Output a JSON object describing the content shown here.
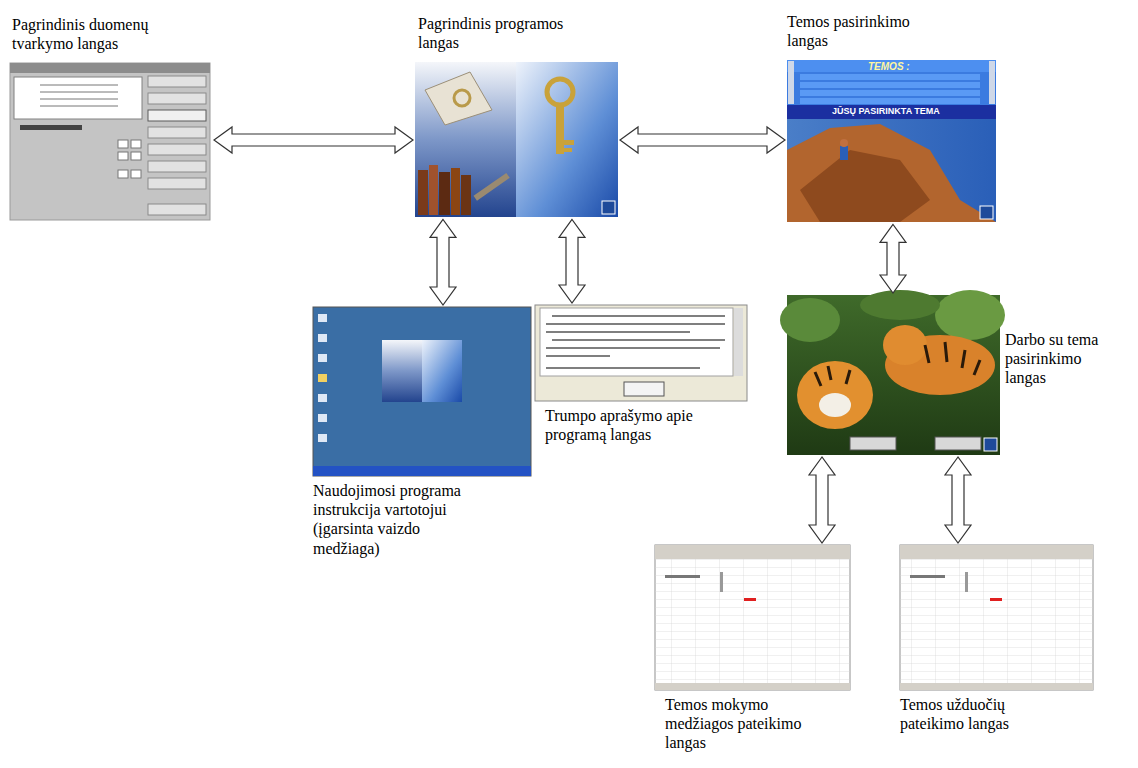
{
  "diagram": {
    "nodes": [
      {
        "text": [
          "Pagrindinis duomenų tvarkymo langas"
        ]
      },
      {
        "text": [
          "Pagrindinis programos langas"
        ]
      },
      {
        "text": [
          "Temos pasirinkimo langas"
        ]
      },
      {
        "text": [
          "Naudojimosi programa instrukcija vartotojui (įgarsinta vaizdo medžiaga)"
        ]
      },
      {
        "text": [
          "Trumpo aprašymo apie programą langas"
        ]
      },
      {
        "text": [
          "Darbo su tema pasirinkimo langas"
        ]
      },
      {
        "text": [
          "Temos mokymo medžiagos pateikimo langas"
        ]
      },
      {
        "text": [
          "Temos užduočių pateikimo langas"
        ]
      }
    ],
    "edges": [
      {
        "from": 1,
        "to": 0,
        "arrow": "both"
      },
      {
        "from": 1,
        "to": 2,
        "arrow": "both"
      },
      {
        "from": 1,
        "to": 3,
        "arrow": "both"
      },
      {
        "from": 1,
        "to": 4,
        "arrow": "both"
      },
      {
        "from": 2,
        "to": 5,
        "arrow": "both"
      },
      {
        "from": 5,
        "to": 6,
        "arrow": "both"
      },
      {
        "from": 5,
        "to": 7,
        "arrow": "both"
      }
    ],
    "labels": [
      "TEMOS :",
      "JŪSŲ PASIRINKTA TEMA"
    ]
  }
}
